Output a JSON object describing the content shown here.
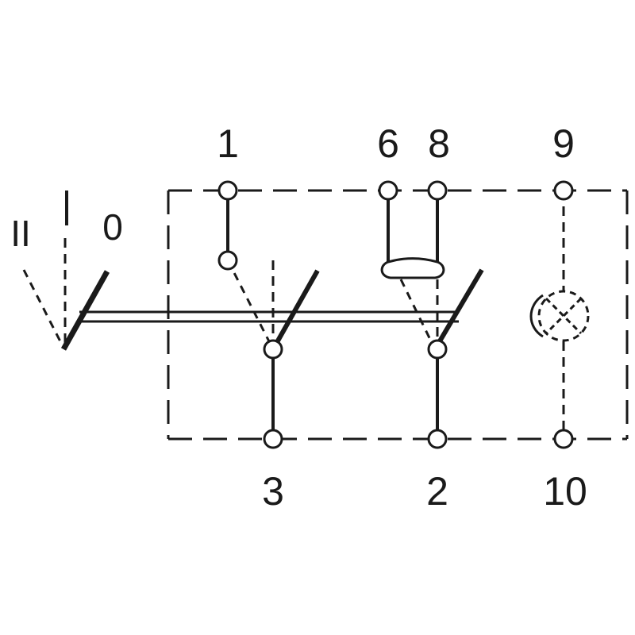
{
  "terminals": {
    "t1": "1",
    "t6": "6",
    "t8": "8",
    "t9": "9",
    "t3": "3",
    "t2": "2",
    "t10": "10"
  },
  "positions": {
    "pos_two": "II",
    "pos_one": "I",
    "pos_zero": "0"
  }
}
